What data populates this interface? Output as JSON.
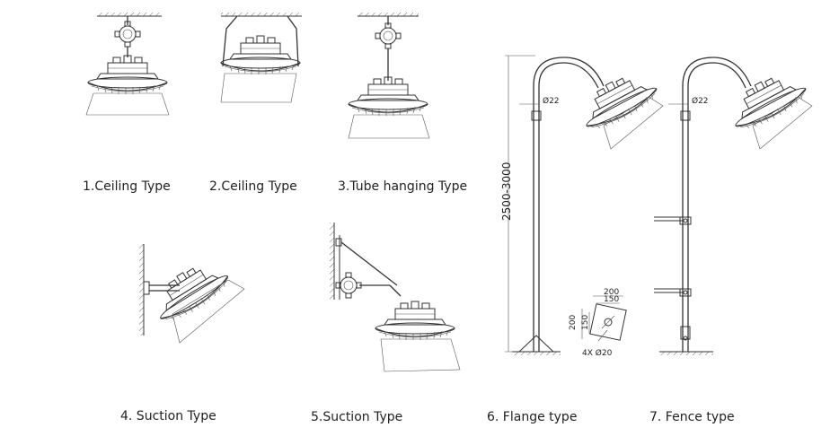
{
  "captions": {
    "c1": "1.Ceiling  Type",
    "c2": "2.Ceiling  Type",
    "c3": "3.Tube hanging Type",
    "c4": "4. Suction Type",
    "c5": "5.Suction Type",
    "c6": "6. Flange type",
    "c7": "7. Fence type"
  },
  "dimensions": {
    "pole_height": "2500-3000",
    "pipe_dia_flange": "Ø22",
    "pipe_dia_fence": "Ø22",
    "plate_outer": "200",
    "plate_inner": "150",
    "plate_outer_v": "200",
    "plate_inner_v": "150",
    "holes": "4X  Ø20"
  },
  "colors": {
    "line": "#333333",
    "text": "#222222"
  }
}
